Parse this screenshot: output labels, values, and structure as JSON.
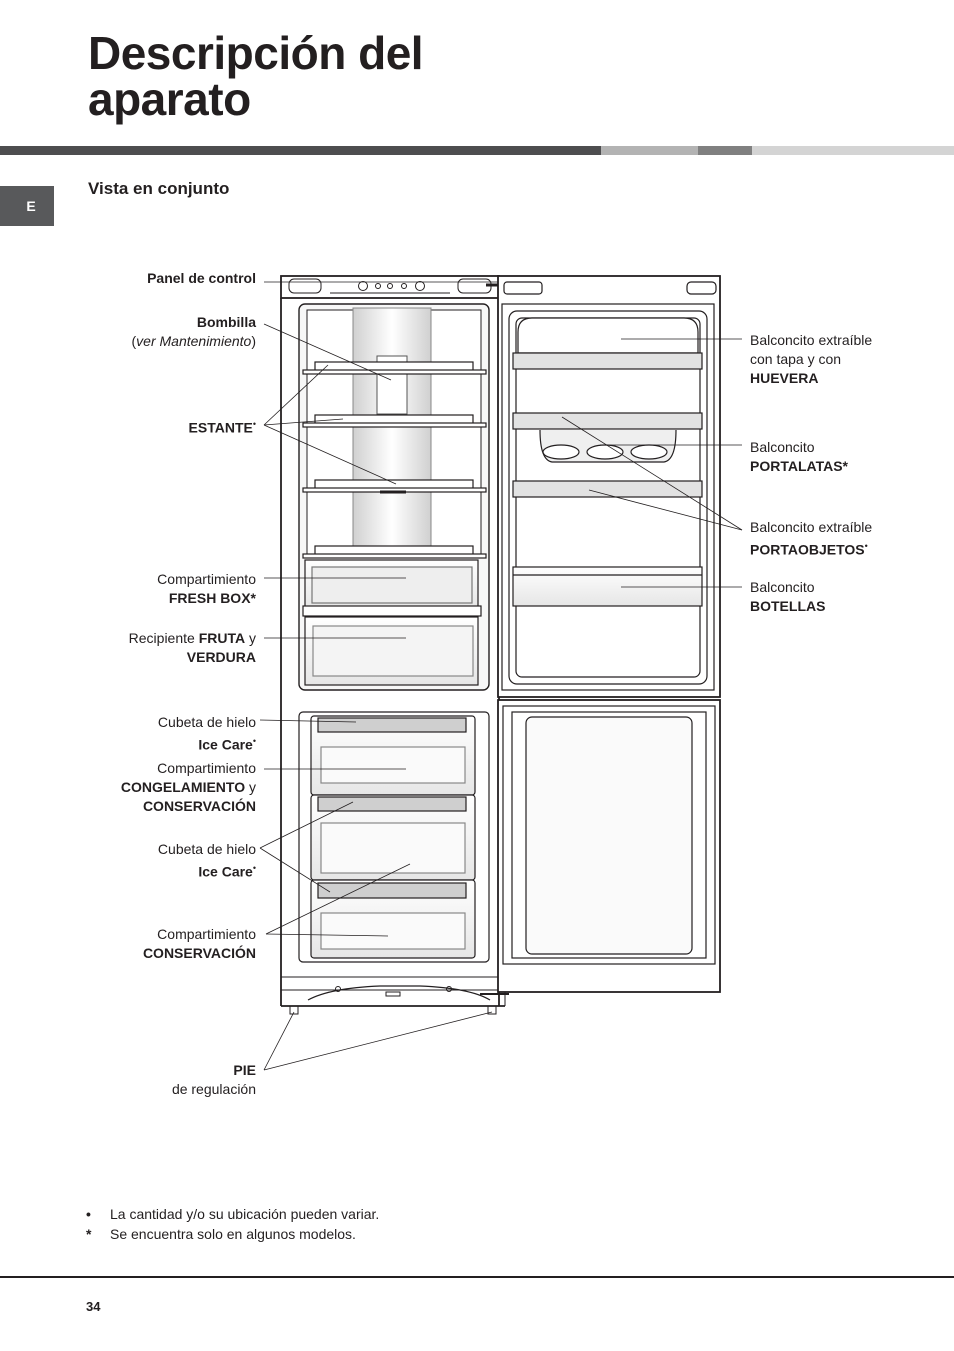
{
  "header": {
    "title_line1": "Descripción del",
    "title_line2": "aparato",
    "lang_tab": "E",
    "section_title": "Vista en conjunto",
    "bar_colors": [
      "#4d4d4f",
      "#b3b3b3",
      "#808080",
      "#d4d4d4"
    ]
  },
  "labels_left": {
    "panel": "Panel de control",
    "bombilla": "Bombilla",
    "bombilla_note": "ver Mantenimiento",
    "estante": "ESTANTE",
    "compartimiento": "Compartimiento",
    "fresh_box": "FRESH BOX",
    "recipiente": "Recipiente",
    "fruta": "FRUTA",
    "y": "y",
    "verdura": "VERDURA",
    "cubeta": "Cubeta de hielo",
    "ice_care": "Ice Care",
    "congelamiento": "CONGELAMIENTO",
    "conservacion": "CONSERVACIÓN",
    "pie": "PIE",
    "pie_note": "de regulación"
  },
  "labels_right": {
    "huevera_l1": "Balconcito extraíble",
    "huevera_l2": "con tapa y con",
    "huevera_l3": "HUEVERA",
    "balconcito": "Balconcito",
    "portalatas": "PORTALATAS",
    "extraible": "Balconcito extraíble",
    "portaobjetos": "PORTAOBJETOS",
    "botellas": "BOTELLAS"
  },
  "symbols": {
    "bullet": "•",
    "asterisk": "*"
  },
  "notes": {
    "bullet_text": "La cantidad y/o su ubicación pueden variar.",
    "asterisk_text": "Se encuentra solo en algunos modelos."
  },
  "footer": {
    "page_number": "34"
  }
}
